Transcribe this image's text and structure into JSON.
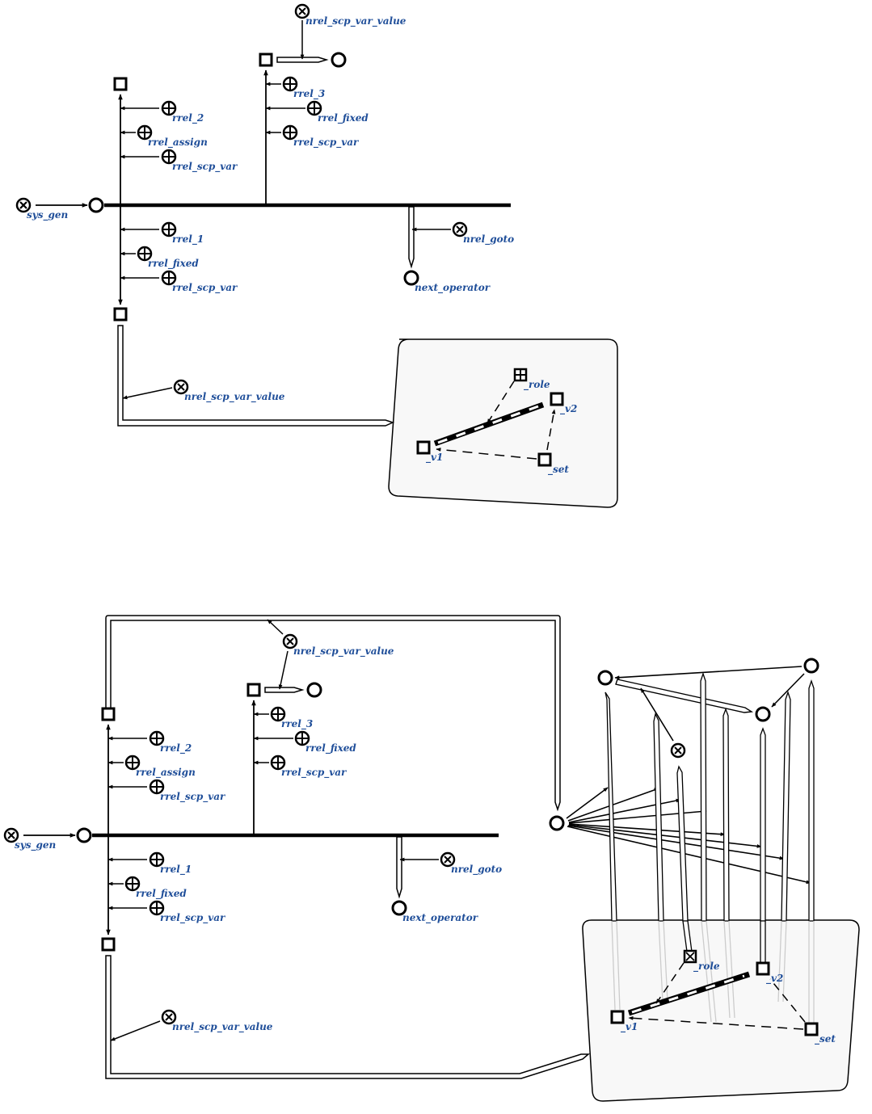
{
  "colors": {
    "label": "#1f4e99",
    "stroke": "#000000",
    "contour_fill": "#f8f8f8",
    "faded": "#cccccc"
  },
  "top": {
    "labels": {
      "sys_gen": "sys_gen",
      "nrel_scp_var_value_1": "nrel_scp_var_value",
      "rrel_3": "rrel_3",
      "rrel_fixed_1": "rrel_fixed",
      "rrel_scp_var_1": "rrel_scp_var",
      "rrel_2": "rrel_2",
      "rrel_assign": "rrel_assign",
      "rrel_scp_var_2": "rrel_scp_var",
      "rrel_1": "rrel_1",
      "rrel_fixed_2": "rrel_fixed",
      "rrel_scp_var_3": "rrel_scp_var",
      "nrel_goto": "nrel_goto",
      "next_operator": "next_operator",
      "nrel_scp_var_value_2": "nrel_scp_var_value",
      "role": "_role",
      "v2": "_v2",
      "v1": "_v1",
      "set": "_set"
    }
  },
  "bottom": {
    "labels": {
      "sys_gen": "sys_gen",
      "nrel_scp_var_value_1": "nrel_scp_var_value",
      "rrel_3": "rrel_3",
      "rrel_fixed_1": "rrel_fixed",
      "rrel_scp_var_1": "rrel_scp_var",
      "rrel_2": "rrel_2",
      "rrel_assign": "rrel_assign",
      "rrel_scp_var_2": "rrel_scp_var",
      "rrel_1": "rrel_1",
      "rrel_fixed_2": "rrel_fixed",
      "rrel_scp_var_3": "rrel_scp_var",
      "nrel_goto": "nrel_goto",
      "next_operator": "next_operator",
      "nrel_scp_var_value_2": "nrel_scp_var_value",
      "role": "_role",
      "v2": "_v2",
      "v1": "_v1",
      "set": "_set"
    }
  }
}
